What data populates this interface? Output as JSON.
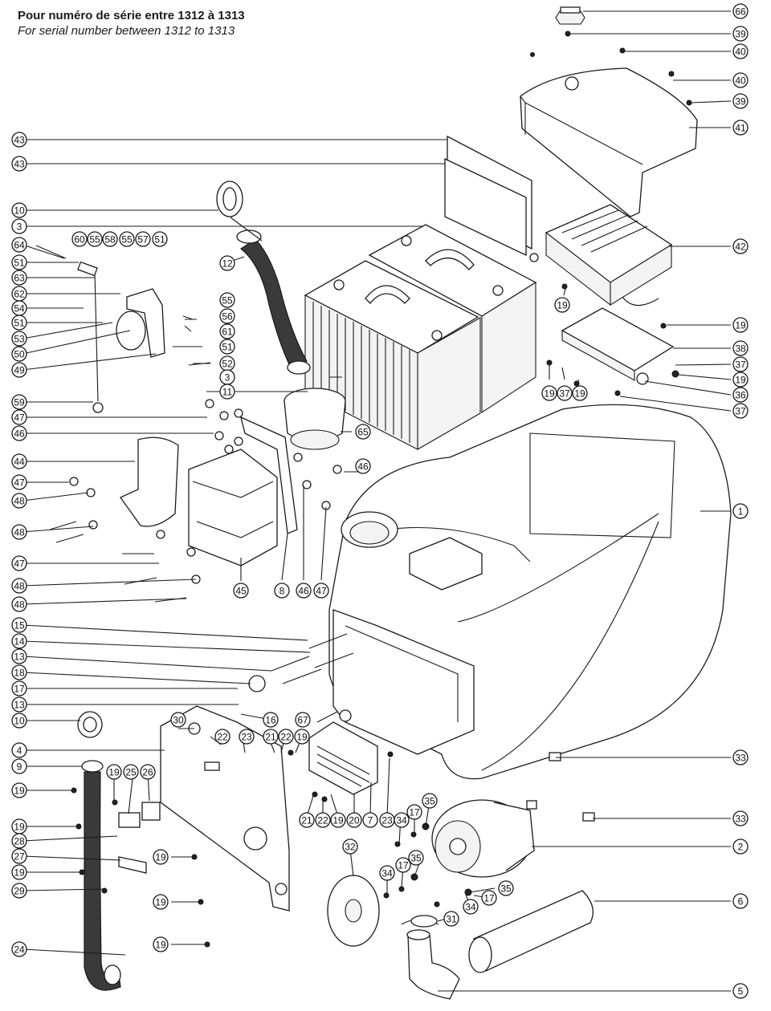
{
  "header": {
    "title_fr": "Pour numéro de série entre 1312 à 1313",
    "title_en": "For serial number between 1312 to 1313"
  },
  "callouts": [
    {
      "id": "66",
      "label": "66"
    },
    {
      "id": "39a",
      "label": "39"
    },
    {
      "id": "40a",
      "label": "40"
    },
    {
      "id": "40b",
      "label": "40"
    },
    {
      "id": "39b",
      "label": "39"
    },
    {
      "id": "41",
      "label": "41"
    },
    {
      "id": "43a",
      "label": "43"
    },
    {
      "id": "43b",
      "label": "43"
    },
    {
      "id": "10a",
      "label": "10"
    },
    {
      "id": "3a",
      "label": "3"
    },
    {
      "id": "64",
      "label": "64"
    },
    {
      "id": "60",
      "label": "60"
    },
    {
      "id": "55a",
      "label": "55"
    },
    {
      "id": "58",
      "label": "58"
    },
    {
      "id": "55b",
      "label": "55"
    },
    {
      "id": "57",
      "label": "57"
    },
    {
      "id": "51a",
      "label": "51"
    },
    {
      "id": "51b",
      "label": "51"
    },
    {
      "id": "12",
      "label": "12"
    },
    {
      "id": "42",
      "label": "42"
    },
    {
      "id": "63",
      "label": "63"
    },
    {
      "id": "62",
      "label": "62"
    },
    {
      "id": "19a",
      "label": "19"
    },
    {
      "id": "55c",
      "label": "55"
    },
    {
      "id": "54",
      "label": "54"
    },
    {
      "id": "56",
      "label": "56"
    },
    {
      "id": "51c",
      "label": "51"
    },
    {
      "id": "19b",
      "label": "19"
    },
    {
      "id": "53",
      "label": "53"
    },
    {
      "id": "61",
      "label": "61"
    },
    {
      "id": "50",
      "label": "50"
    },
    {
      "id": "38",
      "label": "38"
    },
    {
      "id": "51d",
      "label": "51"
    },
    {
      "id": "49",
      "label": "49"
    },
    {
      "id": "52",
      "label": "52"
    },
    {
      "id": "37a",
      "label": "37"
    },
    {
      "id": "3b",
      "label": "3"
    },
    {
      "id": "19c",
      "label": "19"
    },
    {
      "id": "11",
      "label": "11"
    },
    {
      "id": "19d",
      "label": "19"
    },
    {
      "id": "37b",
      "label": "37"
    },
    {
      "id": "19e",
      "label": "19"
    },
    {
      "id": "36",
      "label": "36"
    },
    {
      "id": "59",
      "label": "59"
    },
    {
      "id": "37c",
      "label": "37"
    },
    {
      "id": "47a",
      "label": "47"
    },
    {
      "id": "46a",
      "label": "46"
    },
    {
      "id": "65",
      "label": "65"
    },
    {
      "id": "44",
      "label": "44"
    },
    {
      "id": "46b",
      "label": "46"
    },
    {
      "id": "47b",
      "label": "47"
    },
    {
      "id": "48a",
      "label": "48"
    },
    {
      "id": "1",
      "label": "1"
    },
    {
      "id": "48b",
      "label": "48"
    },
    {
      "id": "47c",
      "label": "47"
    },
    {
      "id": "48c",
      "label": "48"
    },
    {
      "id": "45",
      "label": "45"
    },
    {
      "id": "8",
      "label": "8"
    },
    {
      "id": "46c",
      "label": "46"
    },
    {
      "id": "47d",
      "label": "47"
    },
    {
      "id": "48d",
      "label": "48"
    },
    {
      "id": "15",
      "label": "15"
    },
    {
      "id": "14",
      "label": "14"
    },
    {
      "id": "13a",
      "label": "13"
    },
    {
      "id": "18",
      "label": "18"
    },
    {
      "id": "17a",
      "label": "17"
    },
    {
      "id": "13b",
      "label": "13"
    },
    {
      "id": "10b",
      "label": "10"
    },
    {
      "id": "30",
      "label": "30"
    },
    {
      "id": "16",
      "label": "16"
    },
    {
      "id": "67",
      "label": "67"
    },
    {
      "id": "4",
      "label": "4"
    },
    {
      "id": "22a",
      "label": "22"
    },
    {
      "id": "23a",
      "label": "23"
    },
    {
      "id": "21a",
      "label": "21"
    },
    {
      "id": "22b",
      "label": "22"
    },
    {
      "id": "19f",
      "label": "19"
    },
    {
      "id": "33a",
      "label": "33"
    },
    {
      "id": "9",
      "label": "9"
    },
    {
      "id": "19g",
      "label": "19"
    },
    {
      "id": "25",
      "label": "25"
    },
    {
      "id": "26",
      "label": "26"
    },
    {
      "id": "19h",
      "label": "19"
    },
    {
      "id": "35a",
      "label": "35"
    },
    {
      "id": "33b",
      "label": "33"
    },
    {
      "id": "17b",
      "label": "17"
    },
    {
      "id": "21b",
      "label": "21"
    },
    {
      "id": "22c",
      "label": "22"
    },
    {
      "id": "19i",
      "label": "19"
    },
    {
      "id": "20",
      "label": "20"
    },
    {
      "id": "7",
      "label": "7"
    },
    {
      "id": "23b",
      "label": "23"
    },
    {
      "id": "34a",
      "label": "34"
    },
    {
      "id": "19j",
      "label": "19"
    },
    {
      "id": "28",
      "label": "28"
    },
    {
      "id": "2",
      "label": "2"
    },
    {
      "id": "27",
      "label": "27"
    },
    {
      "id": "32",
      "label": "32"
    },
    {
      "id": "35b",
      "label": "35"
    },
    {
      "id": "19k",
      "label": "19"
    },
    {
      "id": "17c",
      "label": "17"
    },
    {
      "id": "19l",
      "label": "19"
    },
    {
      "id": "34b",
      "label": "34"
    },
    {
      "id": "29",
      "label": "29"
    },
    {
      "id": "35c",
      "label": "35"
    },
    {
      "id": "17d",
      "label": "17"
    },
    {
      "id": "19m",
      "label": "19"
    },
    {
      "id": "6",
      "label": "6"
    },
    {
      "id": "34c",
      "label": "34"
    },
    {
      "id": "31",
      "label": "31"
    },
    {
      "id": "19n",
      "label": "19"
    },
    {
      "id": "24",
      "label": "24"
    },
    {
      "id": "5",
      "label": "5"
    }
  ]
}
